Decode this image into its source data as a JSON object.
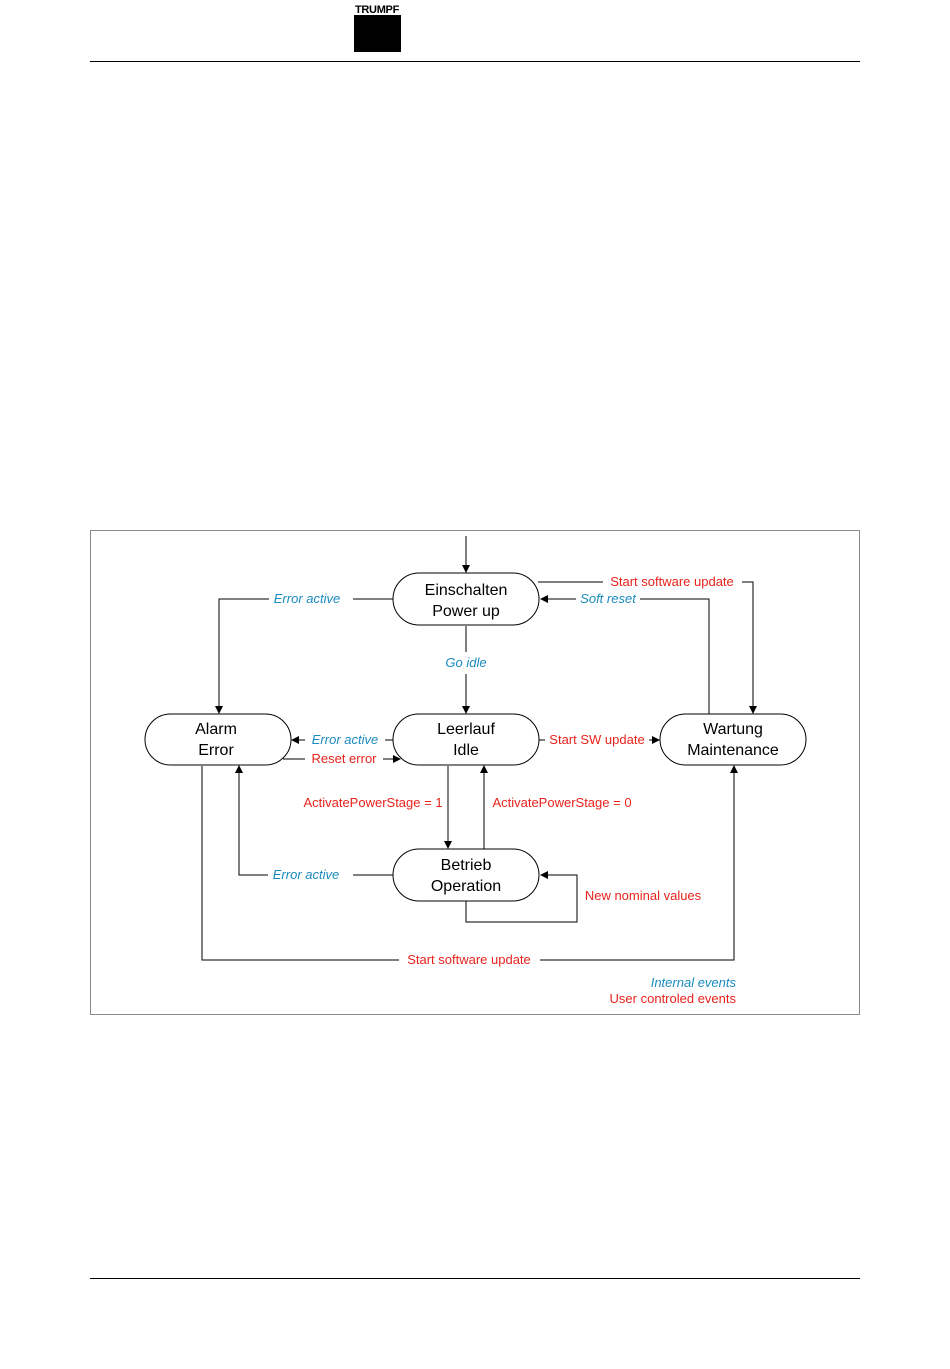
{
  "header": {
    "logo_text": "TRUMPF"
  },
  "diagram": {
    "states": {
      "power_up": {
        "line1": "Einschalten",
        "line2": "Power up"
      },
      "idle": {
        "line1": "Leerlauf",
        "line2": "Idle"
      },
      "error": {
        "line1": "Alarm",
        "line2": "Error"
      },
      "maintenance": {
        "line1": "Wartung",
        "line2": "Maintenance"
      },
      "operation": {
        "line1": "Betrieb",
        "line2": "Operation"
      }
    },
    "transitions": {
      "start_software_update_top": "Start software update",
      "soft_reset": "Soft reset",
      "error_active_top": "Error active",
      "go_idle": "Go idle",
      "error_active_idle": "Error active",
      "reset_error": "Reset error",
      "start_sw_update": "Start SW update",
      "activate_power_stage_1": "ActivatePowerStage = 1",
      "activate_power_stage_0": "ActivatePowerStage = 0",
      "error_active_operation": "Error active",
      "new_nominal_values": "New nominal values",
      "start_software_update_bottom": "Start software update"
    },
    "legend": {
      "internal": "Internal events",
      "user": "User controled events"
    },
    "colors": {
      "internal": "#1a8bbf",
      "user": "#e8231c"
    }
  }
}
